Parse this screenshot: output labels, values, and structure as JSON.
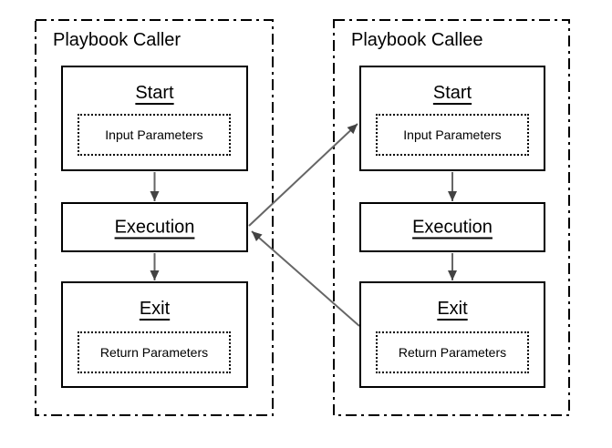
{
  "diagram": {
    "containers": [
      {
        "title": "Playbook Caller",
        "nodes": [
          {
            "title": "Start",
            "param": "Input Parameters"
          },
          {
            "title": "Execution"
          },
          {
            "title": "Exit",
            "param": "Return Parameters"
          }
        ]
      },
      {
        "title": "Playbook Callee",
        "nodes": [
          {
            "title": "Start",
            "param": "Input Parameters"
          },
          {
            "title": "Execution"
          },
          {
            "title": "Exit",
            "param": "Return Parameters"
          }
        ]
      }
    ],
    "edges": [
      {
        "from": "caller.start",
        "to": "caller.execution"
      },
      {
        "from": "caller.execution",
        "to": "caller.exit"
      },
      {
        "from": "callee.start",
        "to": "callee.execution"
      },
      {
        "from": "callee.execution",
        "to": "callee.exit"
      },
      {
        "from": "caller.execution",
        "to": "callee.start"
      },
      {
        "from": "callee.exit",
        "to": "caller.execution"
      }
    ],
    "colors": {
      "background": "#ffffff",
      "box_border": "#000000",
      "frame_border": "#000000",
      "text": "#000000",
      "edge_line": "#666666",
      "edge_arrowhead": "#434343"
    }
  }
}
